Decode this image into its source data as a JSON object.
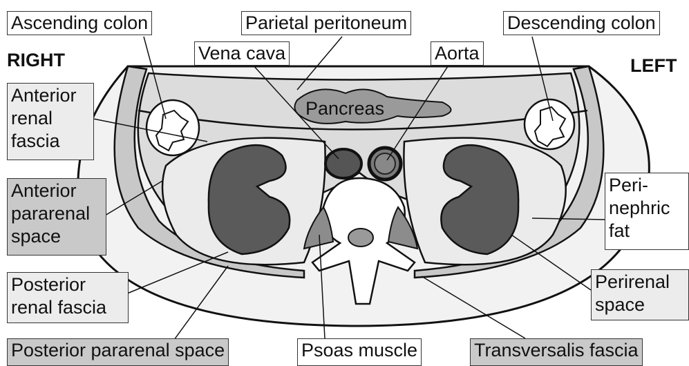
{
  "orientation": {
    "right": "RIGHT",
    "left": "LEFT"
  },
  "labels": {
    "ascending_colon": "Ascending colon",
    "parietal_peritoneum": "Parietal peritoneum",
    "descending_colon": "Descending colon",
    "vena_cava": "Vena cava",
    "aorta": "Aorta",
    "pancreas": "Pancreas",
    "anterior_renal_fascia": "Anterior renal fascia",
    "anterior_pararenal_space": "Anterior pararenal space",
    "posterior_renal_fascia": "Posterior renal fascia",
    "posterior_pararenal_space": "Posterior pararenal space",
    "psoas_muscle": "Psoas muscle",
    "transversalis_fascia": "Transversalis fascia",
    "perinephric_fat": "Peri- nephric fat",
    "perirenal_space": "Perirenal space"
  },
  "colors": {
    "body": "#f2f2f2",
    "wall": "#c8c8c8",
    "compartment": "#dcdcdc",
    "perirenal": "#ebebeb",
    "kidney": "#5a5a5a",
    "vena_cava": "#555555",
    "aorta": "#7a7a7a",
    "psoas": "#8c8c8c",
    "outline": "#111111"
  }
}
